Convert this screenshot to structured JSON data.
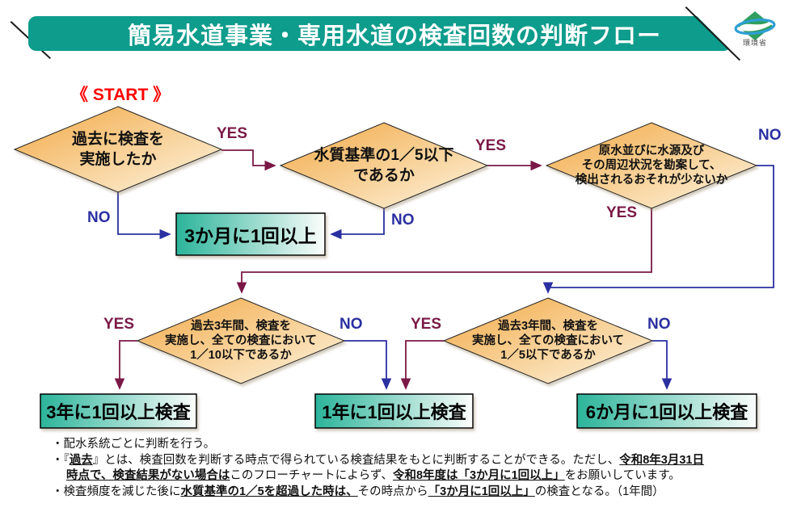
{
  "header": {
    "title": "簡易水道事業・専用水道の検査回数の判断フロー",
    "logo_text": "環境省"
  },
  "flow": {
    "start_label": "《 START 》",
    "labels": {
      "yes": "YES",
      "no": "NO"
    },
    "nodes": {
      "d1": {
        "lines": [
          "過去に検査を",
          "実施したか"
        ]
      },
      "d2": {
        "lines": [
          "水質基準の1／5以下",
          "であるか"
        ]
      },
      "d3": {
        "lines": [
          "原水並びに水源及び",
          "その周辺状況を勘案して、",
          "検出されるおそれが少ないか"
        ]
      },
      "d4": {
        "lines": [
          "過去3年間、検査を",
          "実施し、全ての検査において",
          "1／10以下であるか"
        ]
      },
      "d5": {
        "lines": [
          "過去3年間、検査を",
          "実施し、全ての検査において",
          "1／5以下であるか"
        ]
      }
    },
    "results": {
      "r1": "3か月に1回以上",
      "r2": "3年に1回以上検査",
      "r3": "1年に1回以上検査",
      "r4": "6か月に1回以上検査"
    }
  },
  "notes": [
    {
      "indent": false,
      "segments": [
        {
          "t": "・配水系統ごとに判断を行う。"
        }
      ]
    },
    {
      "indent": false,
      "segments": [
        {
          "t": "・『"
        },
        {
          "t": "過去",
          "u": true
        },
        {
          "t": "』とは、検査回数を判断する時点で得られている検査結果をもとに判断することができる。ただし、"
        },
        {
          "t": "令和8年3月31日",
          "u": true
        }
      ]
    },
    {
      "indent": true,
      "segments": [
        {
          "t": "時点で、検査結果がない場合は",
          "u": true
        },
        {
          "t": "このフローチャートによらず、"
        },
        {
          "t": "令和8年度は「3か月に1回以上」",
          "u": true
        },
        {
          "t": "をお願いしています。"
        }
      ]
    },
    {
      "indent": false,
      "segments": [
        {
          "t": "・検査頻度を減じた後に"
        },
        {
          "t": "水質基準の1／5を超過した時は、",
          "u": true
        },
        {
          "t": "その時点から"
        },
        {
          "t": "「3か月に1回以上」",
          "u": true
        },
        {
          "t": "の検査となる。（1年間）"
        }
      ]
    }
  ],
  "colors": {
    "banner_teal": "#0e9c8c",
    "yes_maroon": "#7a1946",
    "no_navy": "#2a30a0",
    "start_red": "#ff0000",
    "diamond_top": "#f2a945",
    "diamond_bottom": "#fdf5e2",
    "box_left": "#2bb49a",
    "box_right": "#fbfdfb",
    "logo_green": "#2f9e5f",
    "logo_blue": "#2e9fd4"
  }
}
